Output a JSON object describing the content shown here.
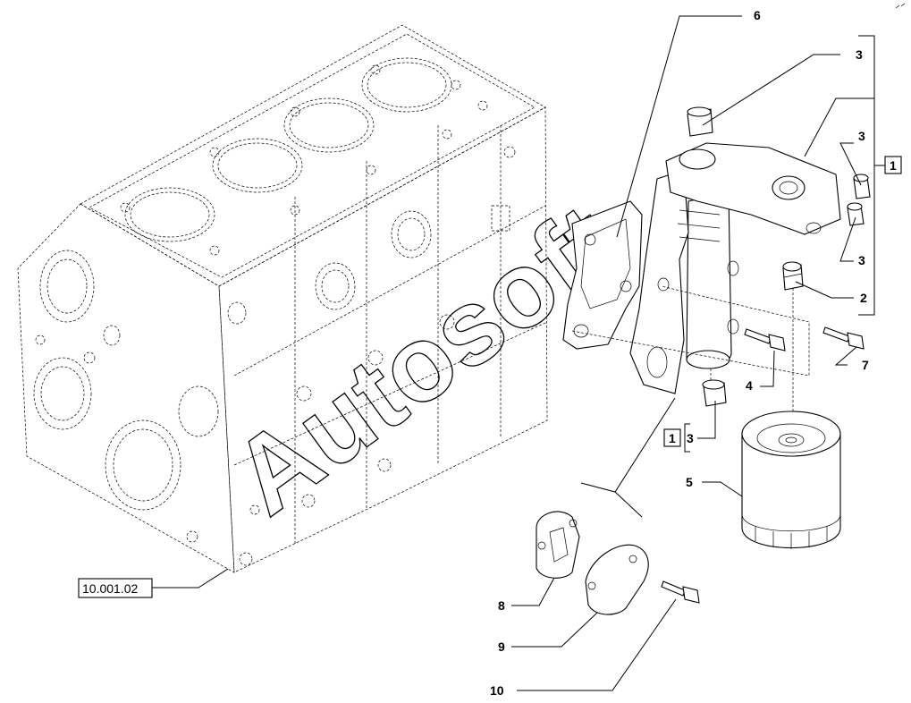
{
  "watermark": "Autosoft",
  "reference": {
    "label": "10.001.02"
  },
  "callouts": {
    "c1": "1",
    "c2": "2",
    "c3a": "3",
    "c3b": "3",
    "c3c": "3",
    "c3d": "3",
    "c3e": "1",
    "c3e_num": "3",
    "c4": "4",
    "c5": "5",
    "c6": "6",
    "c7": "7",
    "c8": "8",
    "c9": "9",
    "c10": "10"
  }
}
